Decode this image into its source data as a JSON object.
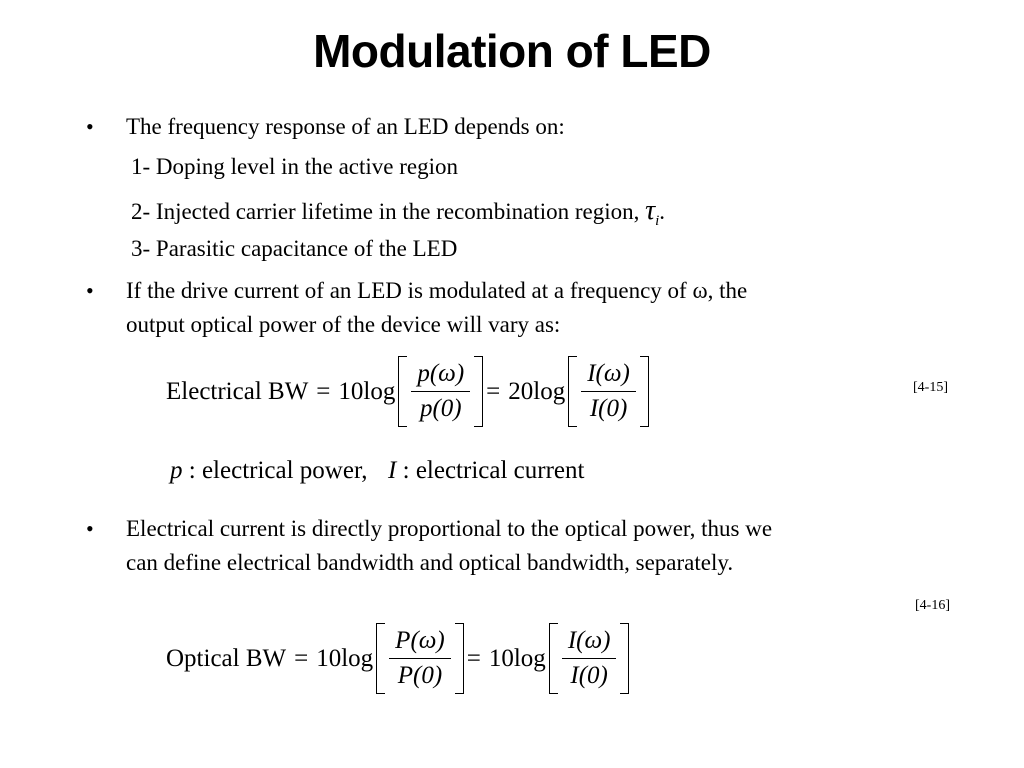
{
  "title": "Modulation of LED",
  "bullets": [
    "The frequency response of an LED depends on:",
    "If the drive current of an LED is modulated at a frequency of ω, the",
    "Electrical current is directly proportional to the optical power, thus we"
  ],
  "continuations": [
    "output optical power of the device will vary as:",
    "can define electrical bandwidth and optical bandwidth, separately."
  ],
  "factors": [
    "1- Doping level in the active region",
    "2- Injected carrier lifetime in the recombination region,",
    "3- Parasitic capacitance of the LED"
  ],
  "tau_symbol": "τ",
  "tau_sub": "i",
  "tau_period": ".",
  "eq1": {
    "label": "Electrical  BW",
    "coef1": "10log",
    "num1": "p(ω)",
    "den1": "p(0)",
    "coef2": "20log",
    "num2": "I(ω)",
    "den2": "I(0)",
    "ref": "[4-15]"
  },
  "defs": {
    "p_var": "p",
    "p_text": "electrical  power,",
    "i_var": "I",
    "i_text": "electrical  current"
  },
  "eq2": {
    "label": "Optical BW",
    "coef1": "10log",
    "num1": "P(ω)",
    "den1": "P(0)",
    "coef2": "10log",
    "num2": "I(ω)",
    "den2": "I(0)",
    "ref": "[4-16]"
  }
}
